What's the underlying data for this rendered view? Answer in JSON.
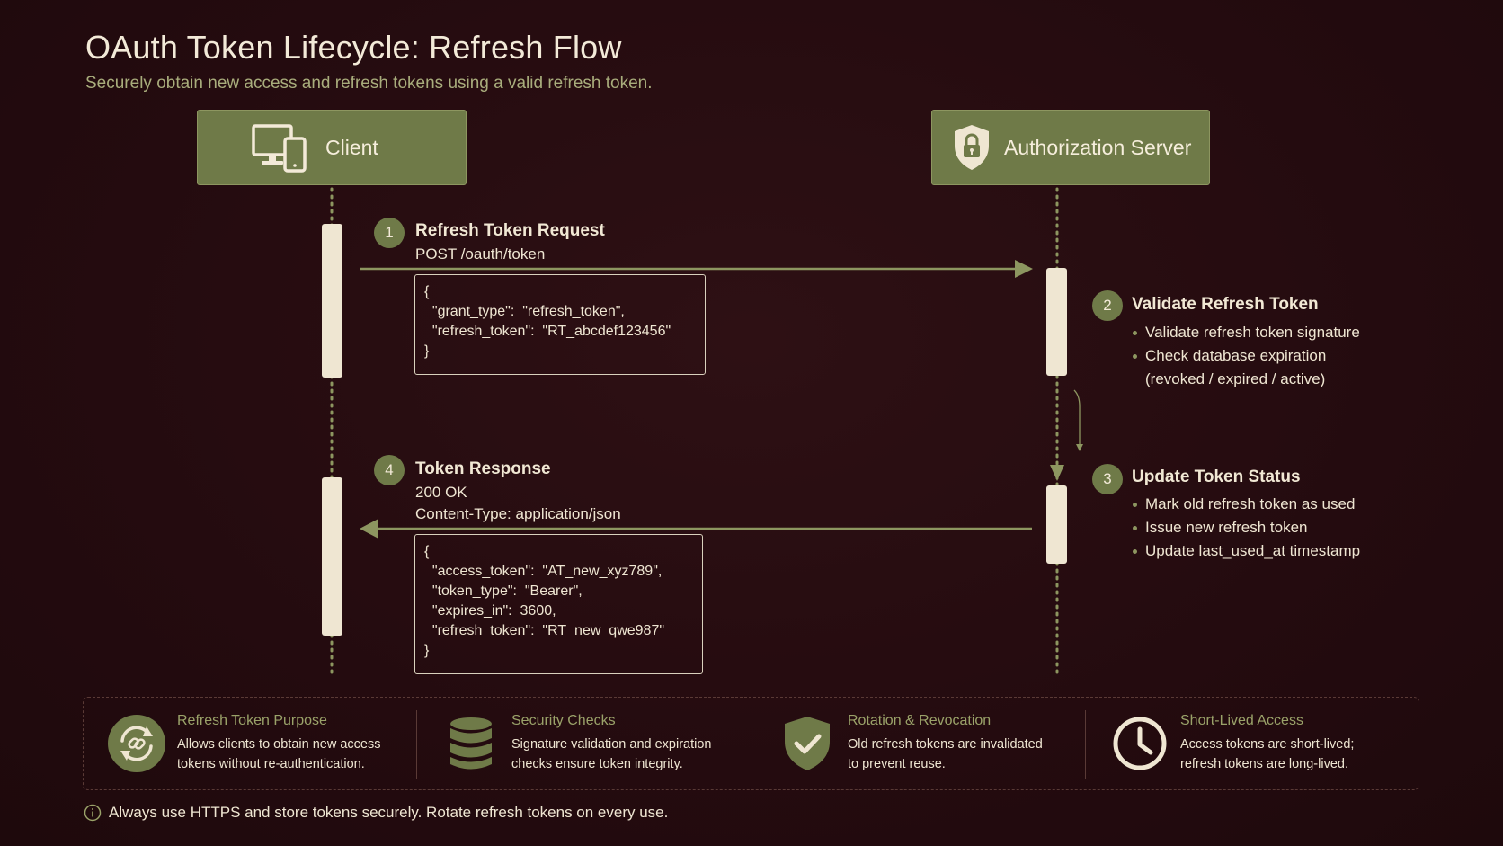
{
  "header": {
    "title": "OAuth Token Lifecycle: Refresh Flow",
    "subtitle": "Securely obtain new access and refresh tokens using a valid refresh token."
  },
  "actors": {
    "client": {
      "label": "Client",
      "icon": "devices-icon"
    },
    "server": {
      "label": "Authorization Server",
      "icon": "shield-lock-icon"
    }
  },
  "steps": [
    {
      "number": "1",
      "title": "Refresh Token Request",
      "lines": [
        "POST /oauth/token"
      ],
      "code": "{\n  \"grant_type\":  \"refresh_token\",\n  \"refresh_token\":  \"RT_abcdef123456\"\n}"
    },
    {
      "number": "2",
      "title": "Validate Refresh Token",
      "bullets": [
        "Validate refresh token signature",
        "Check database expiration",
        "(revoked / expired / active)"
      ]
    },
    {
      "number": "3",
      "title": "Update Token Status",
      "bullets": [
        "Mark old refresh token as used",
        "Issue new refresh token",
        "Update last_used_at timestamp"
      ]
    },
    {
      "number": "4",
      "title": "Token Response",
      "lines": [
        "200 OK",
        "Content-Type: application/json"
      ],
      "code": "{\n  \"access_token\":  \"AT_new_xyz789\",\n  \"token_type\":  \"Bearer\",\n  \"expires_in\":  3600,\n  \"refresh_token\":  \"RT_new_qwe987\"\n}"
    }
  ],
  "info_cards": [
    {
      "title": "Refresh Token Purpose",
      "desc": [
        "Allows clients to obtain new access",
        "tokens without re-authentication."
      ],
      "icon": "refresh-link-icon"
    },
    {
      "title": "Security Checks",
      "desc": [
        "Signature validation and expiration",
        "checks ensure token integrity."
      ],
      "icon": "database-icon"
    },
    {
      "title": "Rotation & Revocation",
      "desc": [
        "Old refresh tokens are invalidated",
        "to prevent reuse."
      ],
      "icon": "shield-check-icon"
    },
    {
      "title": "Short-Lived Access",
      "desc": [
        "Access tokens are short-lived;",
        "refresh tokens are long-lived."
      ],
      "icon": "clock-icon"
    }
  ],
  "footnote": {
    "text": "Always use HTTPS and store tokens securely. Rotate refresh tokens on every use.",
    "icon": "info-icon"
  },
  "colors": {
    "background": "#260b10",
    "accent": "#6f7a48",
    "accent_text": "#9aa269",
    "activation": "#efe6d2"
  }
}
